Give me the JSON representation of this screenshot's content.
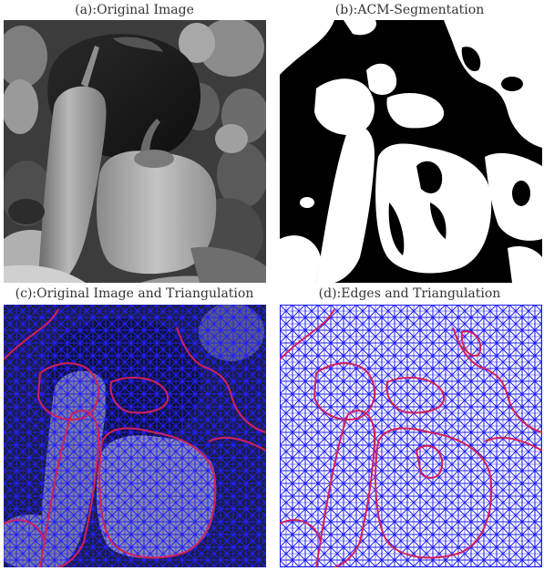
{
  "figure": {
    "panels": [
      {
        "caption": "(a):Original Image"
      },
      {
        "caption": "(b):ACM-Segmentation"
      },
      {
        "caption": "(c):Original Image and Triangulation"
      },
      {
        "caption": "(d):Edges and Triangulation"
      }
    ]
  },
  "colors": {
    "mesh": "#1a1aff",
    "edges": "#d0205a",
    "segment_fg": "#ffffff",
    "segment_bg": "#000000"
  }
}
